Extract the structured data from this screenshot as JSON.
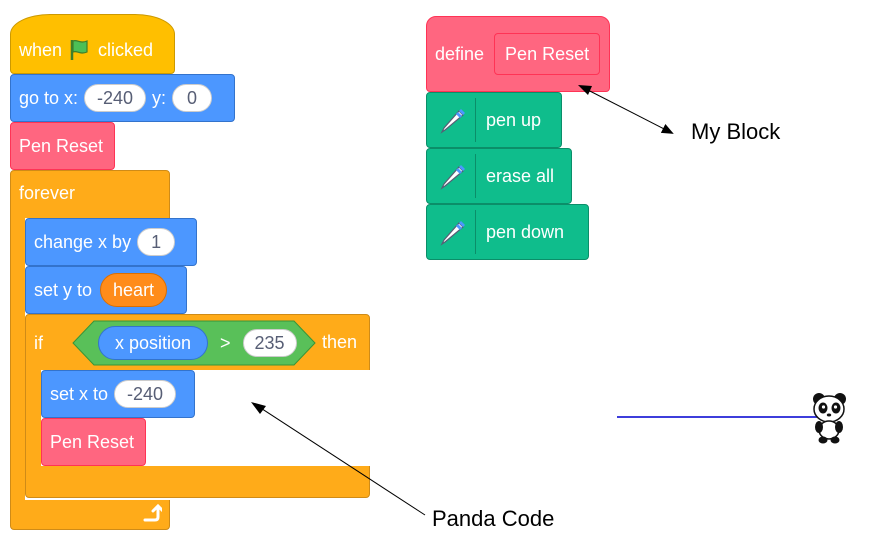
{
  "main_script": {
    "hat": {
      "label_when": "when",
      "label_clicked": "clicked",
      "icon": "green-flag-icon"
    },
    "goto": {
      "label": "go to x:",
      "x": "-240",
      "y_label": "y:",
      "y": "0"
    },
    "pen_reset_1": "Pen Reset",
    "forever": {
      "label": "forever",
      "icon": "loop-arrow-icon"
    },
    "change_x": {
      "label": "change x by",
      "value": "1"
    },
    "set_y": {
      "label": "set y to",
      "variable": "heart"
    },
    "if_block": {
      "label_if": "if",
      "reporter": "x position",
      "operator": ">",
      "value": "235",
      "label_then": "then"
    },
    "set_x": {
      "label": "set x to",
      "value": "-240"
    },
    "pen_reset_2": "Pen Reset"
  },
  "define_script": {
    "define_label": "define",
    "name": "Pen Reset",
    "blocks": [
      "pen up",
      "erase all",
      "pen down"
    ]
  },
  "annotations": {
    "my_block": "My Block",
    "panda_code": "Panda Code"
  },
  "colors": {
    "events": "#FFBF00",
    "motion": "#4C97FF",
    "control": "#FFAB19",
    "my_blocks": "#FF6680",
    "pen": "#0FBD8C",
    "operators": "#59C059",
    "variables": "#FF8C1A",
    "pen_line": "#3D3DDB"
  }
}
